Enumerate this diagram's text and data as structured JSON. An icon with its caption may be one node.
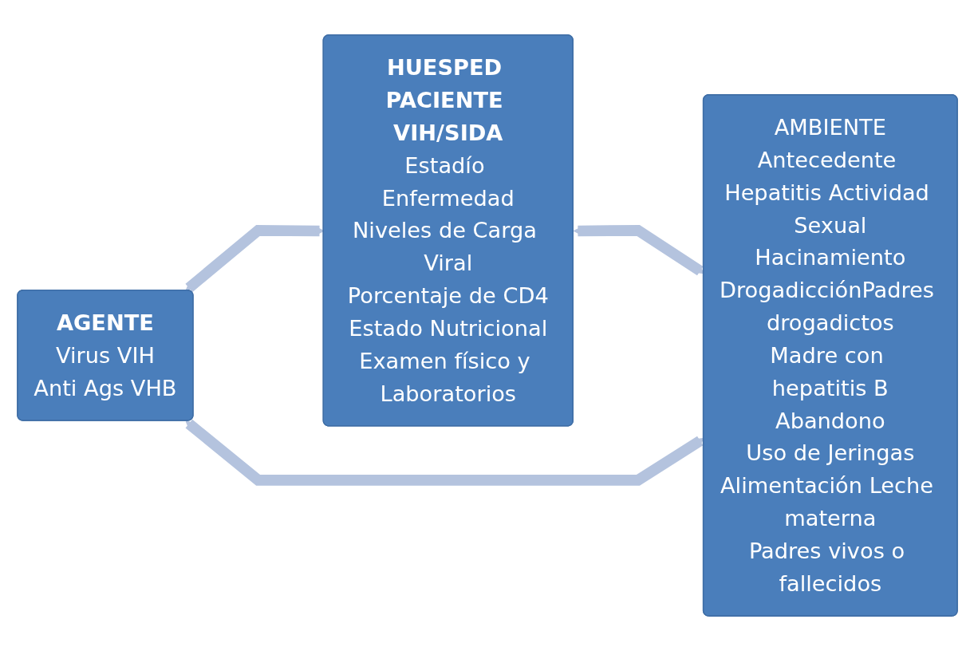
{
  "diagram": {
    "nodes": [
      {
        "text": [
          "HUESPED PACIENTE VIH/SIDA",
          "Estadío Enfermedad",
          "Niveles de Carga Viral",
          "Porcentaje de CD4",
          "Estado Nutricional",
          "Examen físico y Laboratorios"
        ]
      },
      {
        "text": [
          "AMBIENTE",
          "Antecedente Hepatitis Actividad Sexual",
          "Hacinamiento",
          "DrogadicciónPadres drogadictos",
          "Madre con hepatitis B",
          "Abandono",
          "Uso de Jeringas",
          "Alimentación Leche materna",
          "Padres vivos o fallecidos"
        ]
      },
      {
        "text": [
          "AGENTE",
          "Virus VIH",
          "Anti Ags VHB"
        ]
      }
    ],
    "edges": [
      {
        "from": 0,
        "to": 1,
        "arrow": "both"
      },
      {
        "from": 2,
        "to": 0,
        "arrow": "both"
      },
      {
        "from": 2,
        "to": 1,
        "arrow": "both"
      }
    ]
  }
}
